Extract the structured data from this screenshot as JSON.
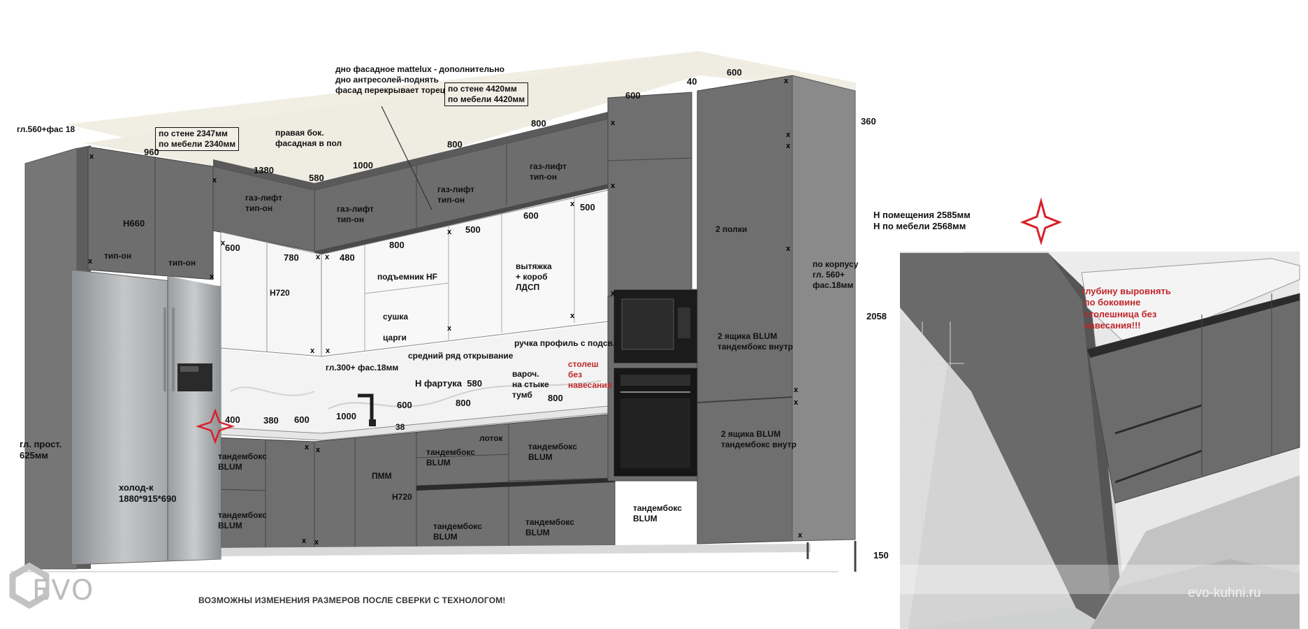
{
  "drawing": {
    "labels": {
      "depth_top_left": "гл.560+фас 18",
      "wall_left_1": "по стене 2347мм",
      "wall_left_2": "по мебели 2340мм",
      "right_side_1": "правая бок.",
      "right_side_2": "фасадная в пол",
      "note_top_1": "дно фасадное mattelux - дополнительно",
      "note_top_2": "дно антресолей-поднять",
      "note_top_3": "фасад перекрывает торец",
      "wall_back_1": "по стене 4420мм",
      "wall_back_2": "по мебели 4420мм",
      "room_h": "Н помещения 2585мм",
      "furn_h": "Н по мебели 2568мм",
      "d960": "960",
      "d1380": "1380",
      "d580a": "580",
      "d1000a": "1000",
      "d800a": "800",
      "d800b": "800",
      "d600a": "600",
      "d40": "40",
      "d600b": "600",
      "d360": "360",
      "d2058": "2058",
      "d150": "150",
      "h660": "Н660",
      "tipon1": "тип-он",
      "tipon2": "тип-он",
      "gas1a": "газ-лифт",
      "gas1b": "тип-он",
      "gas2a": "газ-лифт",
      "gas2b": "тип-он",
      "gas3a": "газ-лифт",
      "gas3b": "тип-он",
      "gas4a": "газ-лифт",
      "gas4b": "тип-он",
      "d600c": "600",
      "d780": "780",
      "d480": "480",
      "d800c": "800",
      "d500a": "500",
      "d600d": "600",
      "d500b": "500",
      "h720a": "Н720",
      "lift": "подъемник HF",
      "dry1": "сушка",
      "dry2": "царги",
      "hood1": "вытяжка",
      "hood2": "+ короб",
      "hood3": "ЛДСП",
      "shelves": "2 полки",
      "body_depth_1": "по корпусу",
      "body_depth_2": "гл. 560+",
      "body_depth_3": "фас.18мм",
      "handle": "ручка профиль с подсв.",
      "mid_row": "средний ряд открывание",
      "gl300": "гл.300+ фас.18мм",
      "apron": "Н фартука",
      "d580b": "580",
      "hob1": "вароч.",
      "hob2": "на стыке",
      "hob3": "тумб",
      "top_red_1": "столеш",
      "top_red_2": "без",
      "top_red_3": "навесания",
      "blum1a": "2 ящика BLUM",
      "blum1b": "тандембокс внутр",
      "blum2a": "2 ящика BLUM",
      "blum2b": "тандембокс внутр",
      "d400": "400",
      "d380": "380",
      "d600e": "600",
      "d1000b": "1000",
      "d600f": "600",
      "d800d": "800",
      "d800e": "800",
      "d38": "38",
      "tray": "лоток",
      "tb1a": "тандембокс",
      "tb1b": "BLUM",
      "tb2a": "тандембокс",
      "tb2b": "BLUM",
      "tb3a": "тандембокс",
      "tb3b": "BLUM",
      "tb4a": "тандембокс",
      "tb4b": "BLUM",
      "tb5a": "тандембокс",
      "tb5b": "BLUM",
      "tb6a": "тандембокс",
      "tb6b": "BLUM",
      "tb7a": "тандембокс",
      "tb7b": "BLUM",
      "pmm": "ПММ",
      "h720b": "Н720",
      "fridge1": "холод-к",
      "fridge2": "1880*915*690",
      "gl_prost_1": "гл. прост.",
      "gl_prost_2": "625мм",
      "inset_red_1": "глубину выровнять",
      "inset_red_2": "по боковине",
      "inset_red_3": "столешница без",
      "inset_red_4": "навесания!!!"
    },
    "footer_note": "ВОЗМОЖНЫ ИЗМЕНЕНИЯ РАЗМЕРОВ ПОСЛЕ СВЕРКИ С ТЕХНОЛОГОМ!",
    "logo": "EVO",
    "website": "evo-kuhni.ru",
    "colors": {
      "cabinet": "#6f6f6f",
      "cabinet_dark": "#5e5e5e",
      "ceiling": "#f2f0e6",
      "apron": "#f4f4f4",
      "red_mark": "#d8202a",
      "text_red": "#c0262b"
    }
  }
}
